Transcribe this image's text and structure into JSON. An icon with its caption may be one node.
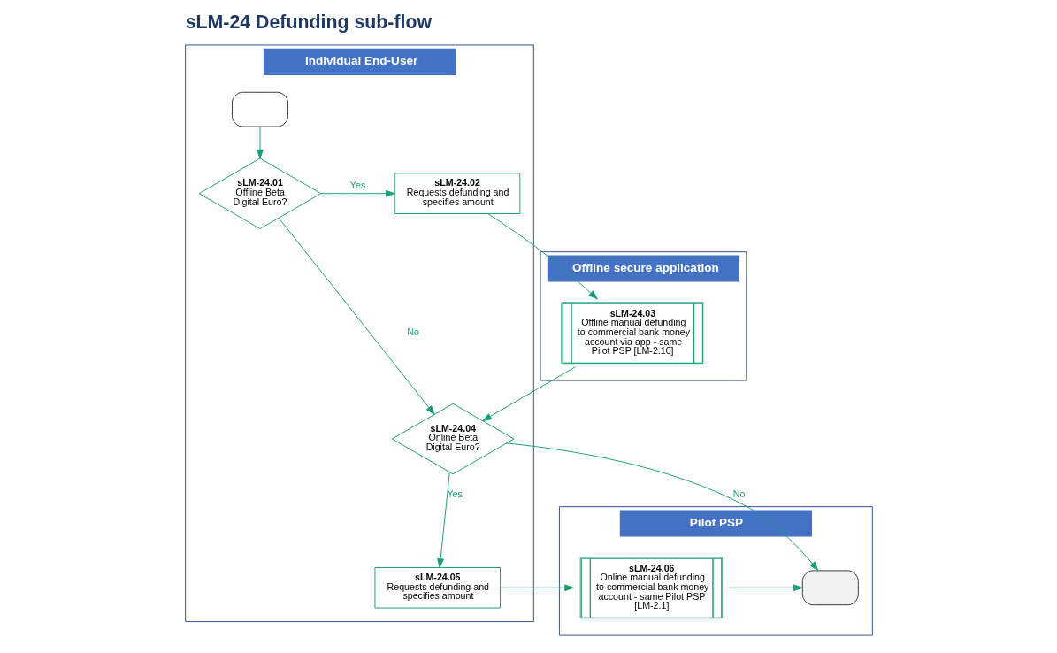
{
  "diagram": {
    "title": "sLM-24 Defunding sub-flow",
    "nodes": [
      {
        "text": [
          "Individual End-User"
        ]
      },
      {
        "text": [],
        "shape": "terminator",
        "in": 0
      },
      {
        "text": [
          "sLM-24.01",
          "Offline Beta Digital Euro?"
        ],
        "in": 0
      },
      {
        "text": [
          "sLM-24.02",
          "Requests defunding and specifies amount"
        ],
        "in": 0
      },
      {
        "text": [
          "sLM-24.04",
          "Online Beta Digital Euro?"
        ],
        "in": 0
      },
      {
        "text": [
          "sLM-24.05",
          "Requests defunding and specifies amount"
        ],
        "in": 0
      },
      {
        "text": [
          "Offline secure application"
        ]
      },
      {
        "text": [
          "sLM-24.03",
          "Offline manual defunding to commercial bank money account via app - same Pilot PSP [LM-2.10]"
        ],
        "in": 6
      },
      {
        "text": [
          "Pilot PSP"
        ]
      },
      {
        "text": [
          "sLM-24.06",
          "Online manual defunding to commercial bank money account - same Pilot PSP [LM-2.1]"
        ],
        "in": 8
      },
      {
        "text": [],
        "shape": "terminator",
        "in": 8
      }
    ],
    "edges": [
      {
        "from": 1,
        "to": 2,
        "arrow": "to"
      },
      {
        "from": 2,
        "to": 3,
        "arrow": "to",
        "label": "Yes"
      },
      {
        "from": 3,
        "to": 7,
        "arrow": "to"
      },
      {
        "from": 7,
        "to": 4,
        "arrow": "to"
      },
      {
        "from": 2,
        "to": 4,
        "arrow": "to",
        "label": "No"
      },
      {
        "from": 4,
        "to": 10,
        "arrow": "to",
        "label": "No"
      },
      {
        "from": 4,
        "to": 5,
        "arrow": "to",
        "label": "Yes"
      },
      {
        "from": 5,
        "to": 9,
        "arrow": "to"
      },
      {
        "from": 9,
        "to": 10,
        "arrow": "to"
      }
    ]
  }
}
